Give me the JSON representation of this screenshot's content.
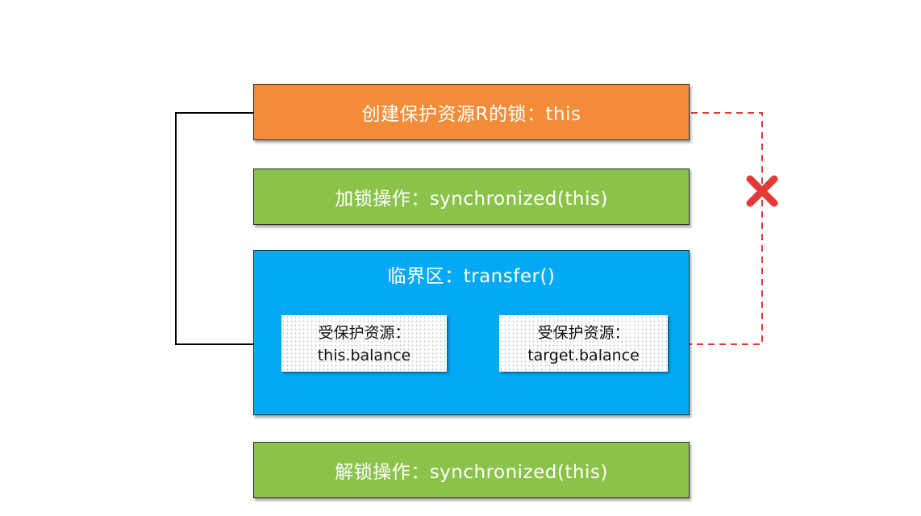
{
  "colors": {
    "lock_create": "#f28c38",
    "lock_op": "#8bc34a",
    "critical_section": "#03a9f4",
    "valid_link": "#000000",
    "invalid_link": "#e53935"
  },
  "nodes": {
    "lock_create": "创建保护资源R的锁：this",
    "lock_acquire": "加锁操作：synchronized(this)",
    "critical_section": "临界区：transfer()",
    "resource_this": {
      "line1": "受保护资源：",
      "line2": "this.balance"
    },
    "resource_target": {
      "line1": "受保护资源：",
      "line2": "target.balance"
    },
    "unlock": "解锁操作：synchronized(this)"
  },
  "edges": [
    {
      "from": "lock_create",
      "to": "resource_this",
      "style": "solid"
    },
    {
      "from": "lock_create",
      "to": "resource_target",
      "style": "dashed",
      "marker": "cross-icon"
    }
  ]
}
